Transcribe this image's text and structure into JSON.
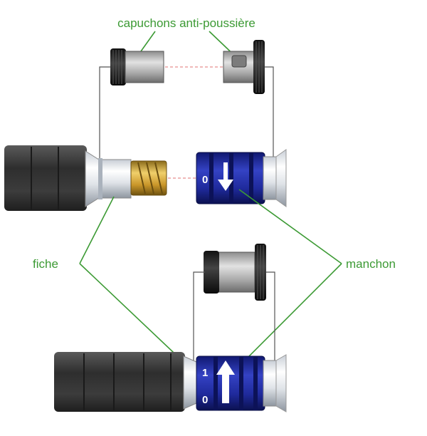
{
  "labels": {
    "caps": "capuchons anti-poussière",
    "plug": "fiche",
    "sleeve": "manchon"
  },
  "markings": {
    "top_sleeve_zero": "0",
    "bottom_sleeve_one": "1",
    "bottom_sleeve_zero": "0"
  },
  "colors": {
    "label_green": "#3c9a34",
    "sleeve_blue": "#1f2a9c",
    "plug_gold": "#d3a633",
    "cable_dark": "#3a3a3a"
  }
}
